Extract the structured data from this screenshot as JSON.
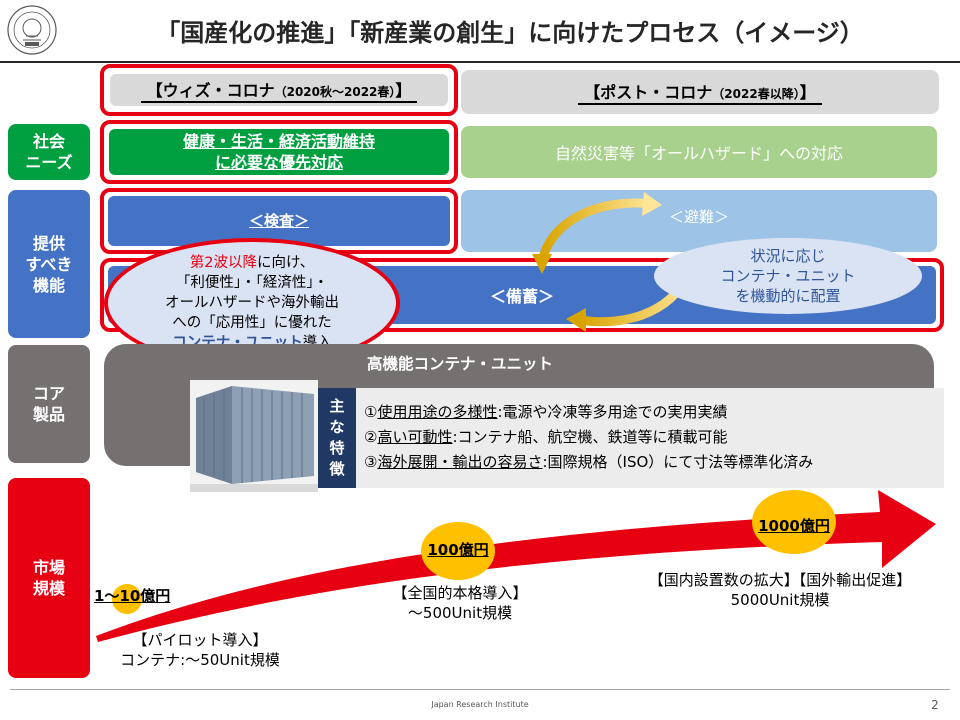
{
  "header": {
    "title": "「国産化の推進」「新産業の創生」に向けたプロセス（イメージ）"
  },
  "periods": {
    "with_corona": {
      "main": "【ウィズ・コロナ",
      "sub": "（2020秋〜2022春）",
      "close": "】"
    },
    "post_corona": {
      "main": "【ポスト・コロナ",
      "sub": "（2022春以降）",
      "close": "】"
    }
  },
  "row_labels": {
    "needs": [
      "社会",
      "ニーズ"
    ],
    "functions": [
      "提供",
      "すべき",
      "機能"
    ],
    "core": [
      "コア",
      "製品"
    ],
    "market": [
      "市場",
      "規模"
    ]
  },
  "needs": {
    "with_corona": [
      "健康・生活・経済活動維持",
      "に必要な優先対応"
    ],
    "post_corona": "自然災害等「オールハザード」への対応"
  },
  "functions": {
    "inspection": "＜検査＞",
    "evacuation": "＜避難＞",
    "stockpile": "＜備蓄＞",
    "callout_left": {
      "red": "第2波以降",
      "line1_rest": "に向け、",
      "line2": "「利便性」・「経済性」・",
      "line3": "オールハザードや海外輸出",
      "line4": "への「応用性」に優れた",
      "line5_underline": "コンテナ・ユニット",
      "line5_rest": "導入"
    },
    "callout_right": [
      "状況に応じ",
      "コンテナ・ユニット",
      "を機動的に配置"
    ]
  },
  "core_product": {
    "title": "高機能コンテナ・ユニット",
    "features_label": [
      "主",
      "な",
      "特",
      "徴"
    ],
    "features": [
      {
        "prefix": "①",
        "underline": "使用用途の多様性",
        "rest": ":電源や冷凍等多用途での実用実績"
      },
      {
        "prefix": "②",
        "underline": "高い可動性",
        "rest": ":コンテナ船、航空機、鉄道等に積載可能"
      },
      {
        "prefix": "③",
        "underline": "海外展開・輸出の容易さ",
        "rest": ":国際規格（ISO）にて寸法等標準化済み"
      }
    ]
  },
  "market": {
    "stages": [
      {
        "value": "1〜10億円",
        "desc": [
          "【パイロット導入】",
          "コンテナ:〜50Unit規模"
        ]
      },
      {
        "value": "100億円",
        "desc": [
          "【全国的本格導入】",
          "〜500Unit規模"
        ]
      },
      {
        "value": "1000億円",
        "desc": [
          "【国内設置数の拡大】【国外輸出促進】",
          "5000Unit規模"
        ]
      }
    ]
  },
  "footer": {
    "org": "Japan Research Institute",
    "page": "2"
  },
  "colors": {
    "accent_red": "#e60012",
    "green": "#00a040",
    "light_green": "#a9d18e",
    "blue": "#4472c4",
    "light_blue": "#9dc3e6",
    "gray": "#767171",
    "navy": "#1f3864",
    "gold": "#ffc000"
  }
}
